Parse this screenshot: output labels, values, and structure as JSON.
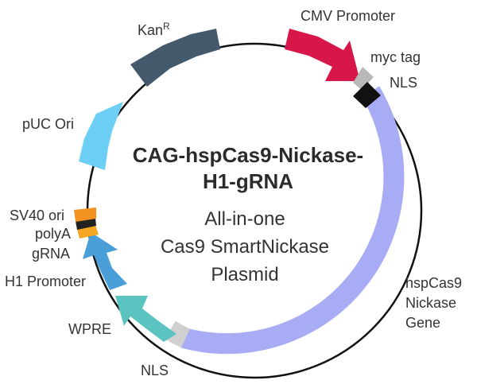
{
  "plasmid": {
    "title_line1": "CAG-hspCas9-Nickase-",
    "title_line2": "H1-gRNA",
    "subtitle_line1": "All-in-one",
    "subtitle_line2": "Cas9 SmartNickase",
    "subtitle_line3": "Plasmid"
  },
  "features": {
    "kan": {
      "label": "Kan",
      "sup": "R",
      "color": "#44596b"
    },
    "cmv": {
      "label": "CMV Promoter",
      "color": "#d7174a"
    },
    "myc": {
      "label": "myc tag",
      "color": "#b9b9b9"
    },
    "nls_top": {
      "label": "NLS",
      "color": "#111111"
    },
    "cas9": {
      "label_line1": "hspCas9",
      "label_line2": "Nickase",
      "label_line3": "Gene",
      "color": "#a8acf5"
    },
    "nls_bottom": {
      "label": "NLS",
      "color": "#d0d0d0"
    },
    "wpre": {
      "label": "WPRE",
      "color": "#5cc4c0"
    },
    "h1": {
      "label": "H1 Promoter",
      "color": "#4a9fd8"
    },
    "grna": {
      "label": "gRNA",
      "color": "#f5a623"
    },
    "polya": {
      "label": "polyA",
      "color": "#222222"
    },
    "sv40": {
      "label": "SV40 ori",
      "color": "#f39220"
    },
    "puc": {
      "label": "pUC Ori",
      "color": "#6dcff5"
    }
  }
}
